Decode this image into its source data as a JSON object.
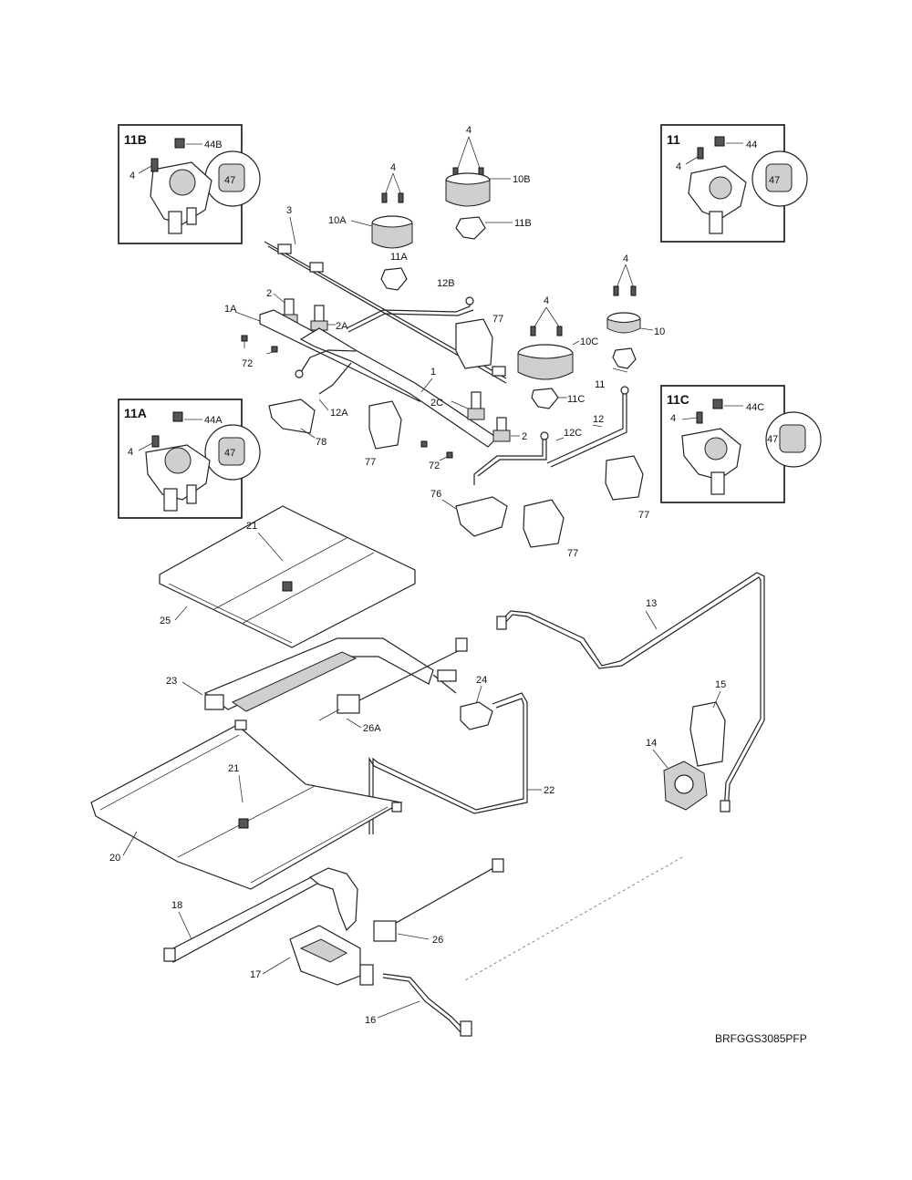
{
  "diagram": {
    "drawing_code": "BRFGGS3085PFP",
    "inset_labels": [
      "11B",
      "11",
      "11A",
      "11C"
    ],
    "callouts": {
      "inset_11b_screw": "44B",
      "inset_11b_four": "4",
      "inset_11b_cap": "47",
      "inset_11_screw": "44",
      "inset_11_four": "4",
      "inset_11_cap": "47",
      "inset_11a_screw": "44A",
      "inset_11a_four": "4",
      "inset_11a_cap": "47",
      "inset_11c_screw": "44C",
      "inset_11c_four": "4",
      "inset_11c_cap": "47",
      "top_four": "4",
      "burner_10b": "10B",
      "orifice_11b": "11B",
      "mid_four": "4",
      "burner_10a": "10A",
      "orifice_11a": "11A",
      "rail_3": "3",
      "tube_12b": "12B",
      "valve_2": "2",
      "valve_2a": "2A",
      "manifold_1a": "1A",
      "bracket_77_top": "77",
      "screw_72_left": "72",
      "tube_12a": "12A",
      "bracket_78": "78",
      "bracket_77_mid": "77",
      "manifold_1": "1",
      "valve_2c": "2C",
      "valve_2_right": "2",
      "screw_72_right": "72",
      "tube_12c": "12C",
      "bracket_76": "76",
      "bracket_77_low": "77",
      "right_four_a": "4",
      "burner_10c": "10C",
      "orifice_11c": "11C",
      "right_four_b": "4",
      "burner_10": "10",
      "orifice_11": "11",
      "tube_12": "12",
      "bracket_77_right": "77",
      "clip_21_top": "21",
      "shield_25": "25",
      "burner_23": "23",
      "ignitor_26a": "26A",
      "fitting_24": "24",
      "tube_13": "13",
      "bracket_15": "15",
      "regulator_14": "14",
      "tube_22": "22",
      "clip_21_low": "21",
      "shield_20": "20",
      "burner_18": "18",
      "valve_17": "17",
      "ignitor_26": "26",
      "tube_16": "16"
    }
  }
}
